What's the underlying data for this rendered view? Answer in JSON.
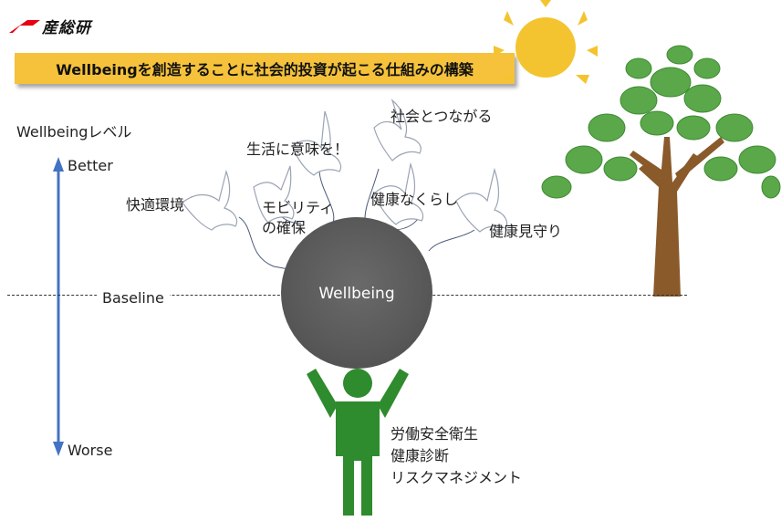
{
  "logo": {
    "text": "産総研"
  },
  "banner": {
    "title": "Wellbeingを創造することに社会的投資が起こる仕組みの構築"
  },
  "axis": {
    "title": "Wellbeingレベル",
    "top": "Better",
    "bottom": "Worse"
  },
  "baseline": {
    "label": "Baseline"
  },
  "center": {
    "label": "Wellbeing"
  },
  "birds": {
    "kaiteki": "快適環境",
    "mobility_1": "モビリティ",
    "mobility_2": "の確保",
    "seikatsu": "生活に意味を！",
    "shakai": "社会とつながる",
    "kenko_kurashi": "健康なくらし",
    "kenko_mimamori": "健康見守り"
  },
  "foundation": {
    "line1": "労働安全衛生",
    "line2": "健康診断",
    "line3": "リスクマネジメント"
  },
  "colors": {
    "banner": "#f6c23b",
    "arrow": "#4472c4",
    "person": "#2e8b2e",
    "circle": "#5c5c5c",
    "sun": "#f4c430",
    "tree_trunk": "#8a5a2b",
    "tree_leaves": "#5aa84a",
    "logo_red": "#e60012"
  }
}
